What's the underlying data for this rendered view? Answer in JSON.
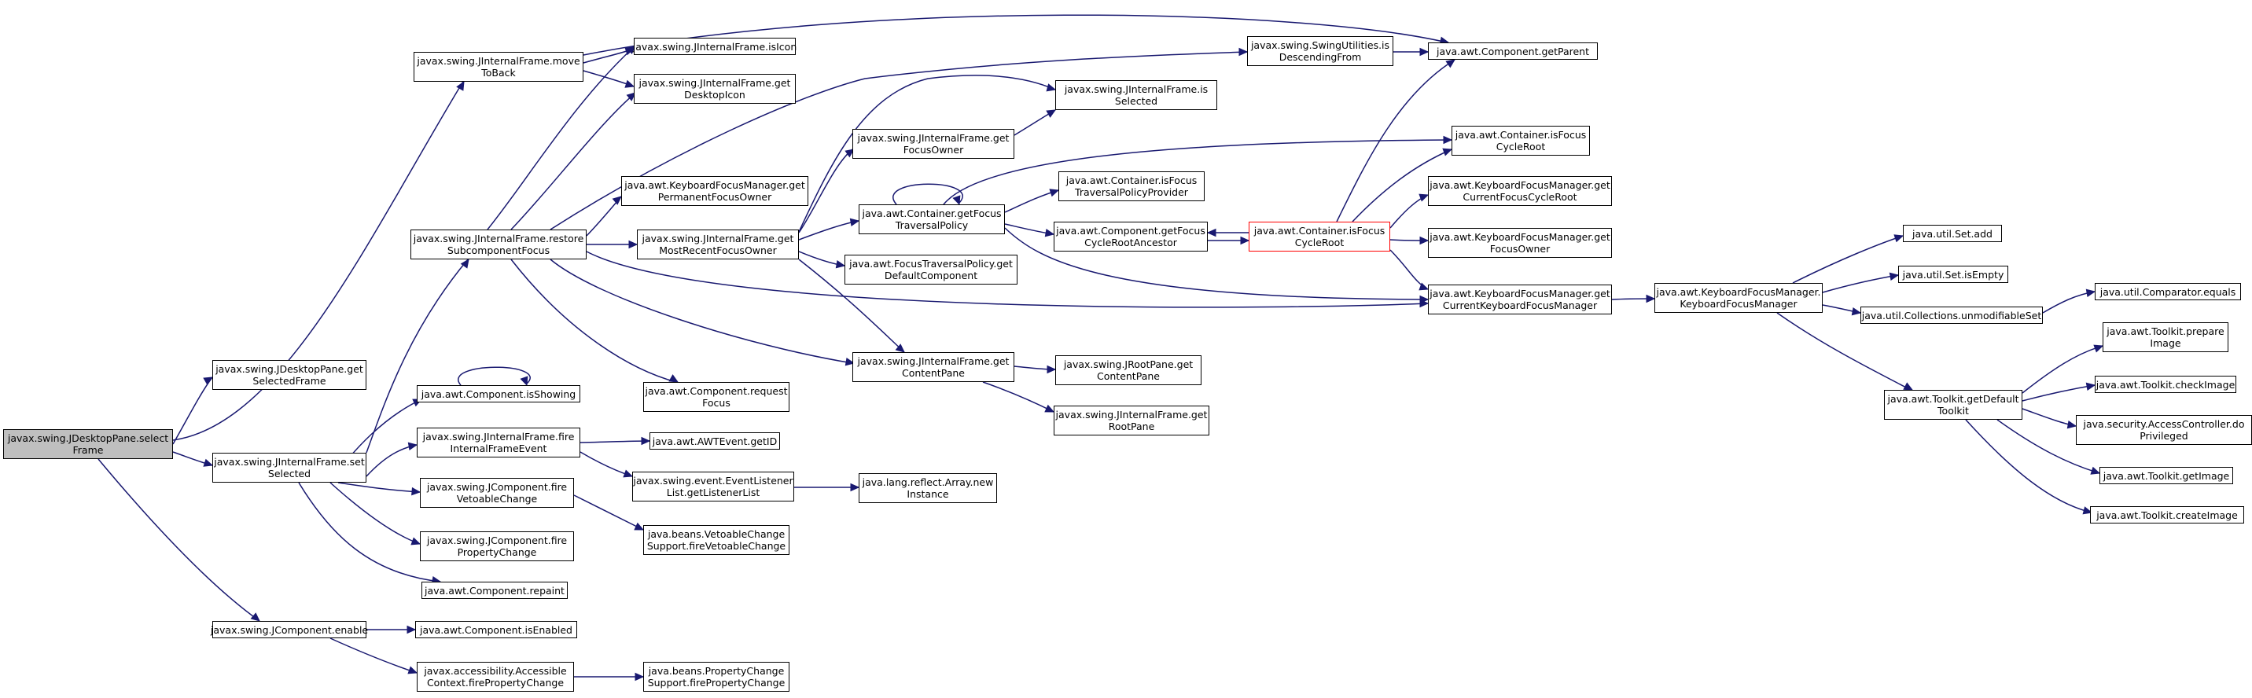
{
  "colors": {
    "edge": "#191970",
    "root_fill": "#bfbfbf",
    "highlight_border": "#ff0000"
  },
  "nodes": {
    "n0": "javax.swing.JDesktopPane.select\nFrame",
    "n1": "javax.swing.JDesktopPane.get\nSelectedFrame",
    "n2": "javax.swing.JInternalFrame.set\nSelected",
    "n3": "javax.swing.JInternalFrame.move\nToBack",
    "n4": "javax.swing.JComponent.enable",
    "n5": "javax.swing.JInternalFrame.isIcon",
    "n6": "javax.swing.JInternalFrame.get\nDesktopIcon",
    "n7": "java.awt.Component.getParent",
    "n8": "javax.swing.JInternalFrame.restore\nSubcomponentFocus",
    "n9": "java.awt.Component.isShowing",
    "n10": "javax.swing.JInternalFrame.fire\nInternalFrameEvent",
    "n11": "javax.swing.JComponent.fire\nVetoableChange",
    "n12": "javax.swing.JComponent.fire\nPropertyChange",
    "n13": "java.awt.Component.repaint",
    "n14": "javax.swing.SwingUtilities.is\nDescendingFrom",
    "n15": "java.awt.KeyboardFocusManager.get\nPermanentFocusOwner",
    "n16": "javax.swing.JInternalFrame.get\nMostRecentFocusOwner",
    "n17": "java.awt.KeyboardFocusManager.get\nCurrentKeyboardFocusManager",
    "n18": "javax.swing.JInternalFrame.get\nContentPane",
    "n19": "java.awt.Component.request\nFocus",
    "n20": "javax.swing.JInternalFrame.get\nFocusOwner",
    "n21": "java.awt.Container.getFocus\nTraversalPolicy",
    "n22": "java.awt.FocusTraversalPolicy.get\nDefaultComponent",
    "n23": "javax.swing.JInternalFrame.is\nSelected",
    "n24": "java.awt.Container.isFocus\nTraversalPolicyProvider",
    "n25": "java.awt.Component.getFocus\nCycleRootAncestor",
    "n26": "java.awt.Container.isFocus\nCycleRoot",
    "n27": "java.awt.Container.isFocus\nCycleRoot",
    "n28": "java.awt.KeyboardFocusManager.get\nCurrentFocusCycleRoot",
    "n29": "java.awt.KeyboardFocusManager.get\nFocusOwner",
    "n30": "java.awt.KeyboardFocusManager.\nKeyboardFocusManager",
    "n31": "java.util.Set.add",
    "n32": "java.util.Set.isEmpty",
    "n33": "java.util.Collections.unmodifiableSet",
    "n34": "java.util.Comparator.equals",
    "n35": "java.awt.Toolkit.getDefault\nToolkit",
    "n36": "java.awt.Toolkit.prepare\nImage",
    "n37": "java.awt.Toolkit.checkImage",
    "n38": "java.security.AccessController.do\nPrivileged",
    "n39": "java.awt.Toolkit.getImage",
    "n40": "java.awt.Toolkit.createImage",
    "n41": "javax.swing.JRootPane.get\nContentPane",
    "n42": "javax.swing.JInternalFrame.get\nRootPane",
    "n43": "java.awt.AWTEvent.getID",
    "n44": "javax.swing.event.EventListener\nList.getListenerList",
    "n45": "java.lang.reflect.Array.new\nInstance",
    "n46": "java.beans.VetoableChange\nSupport.fireVetoableChange",
    "n47": "java.awt.Component.isEnabled",
    "n48": "javax.accessibility.Accessible\nContext.firePropertyChange",
    "n49": "java.beans.PropertyChange\nSupport.firePropertyChange"
  }
}
